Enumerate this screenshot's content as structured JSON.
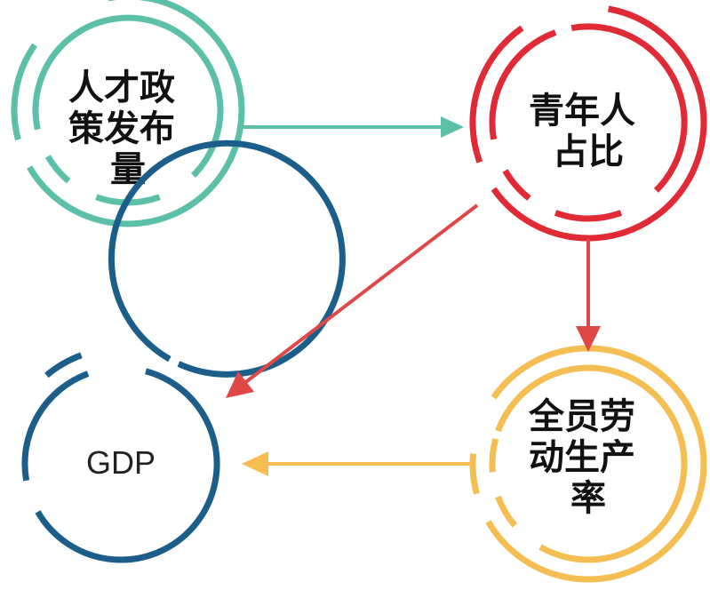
{
  "nodes": {
    "talent_policy": {
      "lines": [
        "人才政",
        "策发布",
        "量"
      ],
      "color": "#5cbfa8"
    },
    "youth_share": {
      "lines": [
        "青年人",
        "占比"
      ],
      "color": "#e02a36"
    },
    "gdp": {
      "lines": [
        "GDP"
      ],
      "color": "#1b5e8a"
    },
    "labor_productivity": {
      "lines": [
        "全员劳",
        "动生产",
        "率"
      ],
      "color": "#f4be52"
    }
  },
  "edges": [
    {
      "from": "talent_policy",
      "to": "youth_share",
      "color": "#5cbfa8"
    },
    {
      "from": "youth_share",
      "to": "gdp",
      "color": "#e04848"
    },
    {
      "from": "youth_share",
      "to": "labor_productivity",
      "color": "#e04848"
    },
    {
      "from": "labor_productivity",
      "to": "gdp",
      "color": "#f4be52"
    }
  ]
}
